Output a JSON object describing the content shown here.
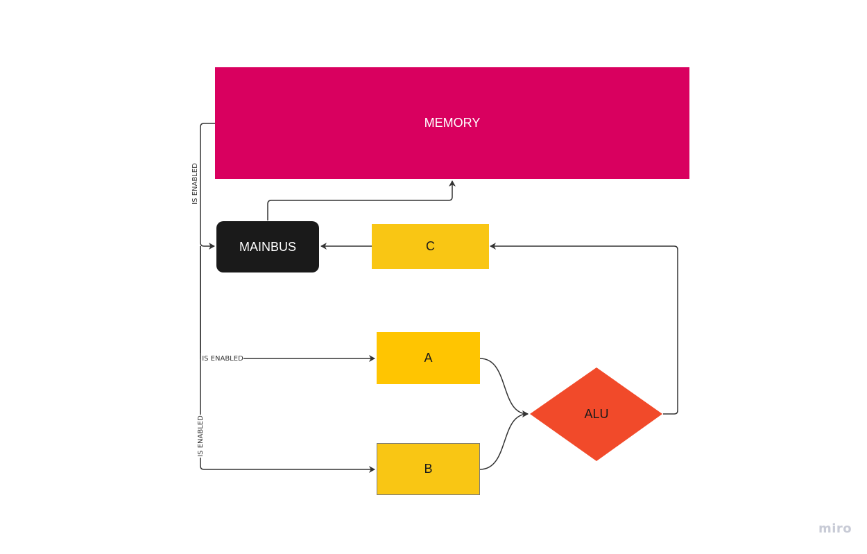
{
  "diagram": {
    "nodes": {
      "memory": {
        "label": "MEMORY",
        "color": "#d9005f"
      },
      "mainbus": {
        "label": "MAINBUS",
        "color": "#1a1a1a"
      },
      "c": {
        "label": "C",
        "color": "#f9c614"
      },
      "a": {
        "label": "A",
        "color": "#ffc501"
      },
      "b": {
        "label": "B",
        "color": "#f9c614"
      },
      "alu": {
        "label": "ALU",
        "color": "#f14a2a"
      }
    },
    "edges": {
      "memory_to_mainbus": "IS ENABLED",
      "mainbus_to_a": "IS ENABLED",
      "mainbus_to_b": "IS ENABLED"
    }
  },
  "branding": {
    "logo": "miro"
  }
}
